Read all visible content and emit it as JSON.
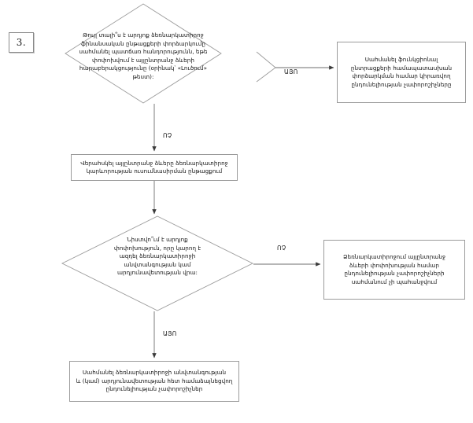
{
  "diagram": {
    "title": "Decision flowchart, step 3",
    "step_number": "3.",
    "line_color": "#9b9b9b",
    "text_color": "#111111",
    "background": "#ffffff"
  },
  "nodes": {
    "diamond_funding": {
      "shape": "decision",
      "text": "Թույլ տալի՞ս է արդյոք ձեռնարկատիրոջ\nֆինանսական ընթացքերի փորձարկումը\nսահմանել պատճառ հանդորությունն, եթե\nփոփոխվում է այլընտրանջ ձևերի\nհարաբերակցությունը (օրինակ՝ «Լուծում»\nթեստ):"
    },
    "box_funding": {
      "shape": "process",
      "text": "Սահմանել ֆունկցիոնալ\nընտրացքերի համապատասխան\nփորձարկման համար կիրառվող\nընդունելիության չափորոշիչները"
    },
    "box_review_study": {
      "shape": "process",
      "text": "Վերահսկել այլընտրանջ ձևերը ձեռնարկատիրոջ\nկարևորության ուսումնասիրման ընթացքում"
    },
    "diamond_risk": {
      "shape": "decision",
      "text": "Նիստվո՞ւմ է արդյոք\nփոփոխություն, որը կարող է\nազդել ձեռնարկատիրոջի\nանվտանգության կամ\nարդյունավետության վրա:"
    },
    "box_no_requirement": {
      "shape": "process",
      "text": "Ձեռնարկատիրոջում այլընտրանջ\nձևերի փոփոխության համար\nընդունելիության չափորոշիչների\nսահմանում չի պահանջվում"
    },
    "box_final_requirements": {
      "shape": "process",
      "text": "Սահմանել ձեռնարկատիրոջի անվտանգության\nև (կամ) արդյունավետության հետ համաձայնեցվող\nընդունելիության չափորոշիչներ"
    }
  },
  "edges": {
    "yes_top": "ԱՅՈ",
    "no_top": "ՈՉ",
    "no_mid": "ՈՉ",
    "yes_bottom": "ԱՅՈ"
  }
}
